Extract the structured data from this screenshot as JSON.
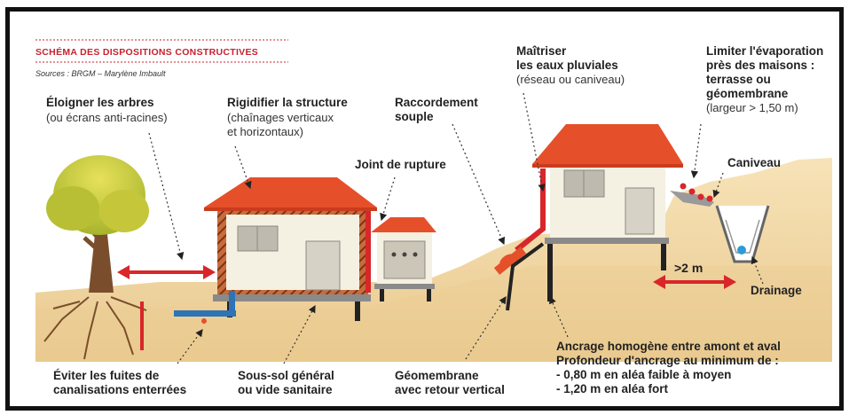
{
  "header": {
    "title": "SCHÉMA DES DISPOSITIONS CONSTRUCTIVES",
    "sources": "Sources : BRGM – Marylène Imbault"
  },
  "labels": {
    "trees": {
      "bold": "Éloigner les arbres",
      "normal": "(ou écrans anti-racines)"
    },
    "structure": {
      "bold": "Rigidifier la structure",
      "normal1": "(chaînages verticaux",
      "normal2": "et horizontaux)"
    },
    "joint": {
      "bold": "Joint de rupture"
    },
    "raccord": {
      "bold1": "Raccordement",
      "bold2": "souple"
    },
    "pluviales": {
      "bold1": "Maîtriser",
      "bold2": "les eaux pluviales",
      "normal": "(réseau ou caniveau)"
    },
    "evaporation": {
      "bold1": "Limiter l'évaporation",
      "bold2": "près des maisons :",
      "bold3": "terrasse ou",
      "bold4": "géomembrane",
      "normal": "(largeur > 1,50 m)"
    },
    "caniveau": {
      "bold": "Caniveau"
    },
    "drainage": {
      "bold": "Drainage"
    },
    "distance": {
      "bold": ">2 m"
    },
    "fuites": {
      "bold1": "Éviter les fuites de",
      "bold2": "canalisations enterrées"
    },
    "soussol": {
      "bold1": "Sous-sol général",
      "bold2": "ou vide sanitaire"
    },
    "geomembrane": {
      "bold1": "Géomembrane",
      "bold2": "avec retour vertical"
    },
    "ancrage": {
      "line1": "Ancrage homogène entre amont et aval",
      "line2": "Profondeur d'ancrage au minimum de :",
      "line3": "- 0,80 m en aléa faible à moyen",
      "line4": "- 1,20 m en aléa fort"
    }
  },
  "colors": {
    "ground": "#f2d9a8",
    "ground_dark": "#e8c88e",
    "roof": "#e5502a",
    "roof_dark": "#c93c1d",
    "wall": "#f4f0e2",
    "arrow_red": "#d8262a",
    "tree_crown": "#c9cc3a",
    "trunk": "#7a4e2c",
    "pipe_blue": "#2d73b5"
  }
}
